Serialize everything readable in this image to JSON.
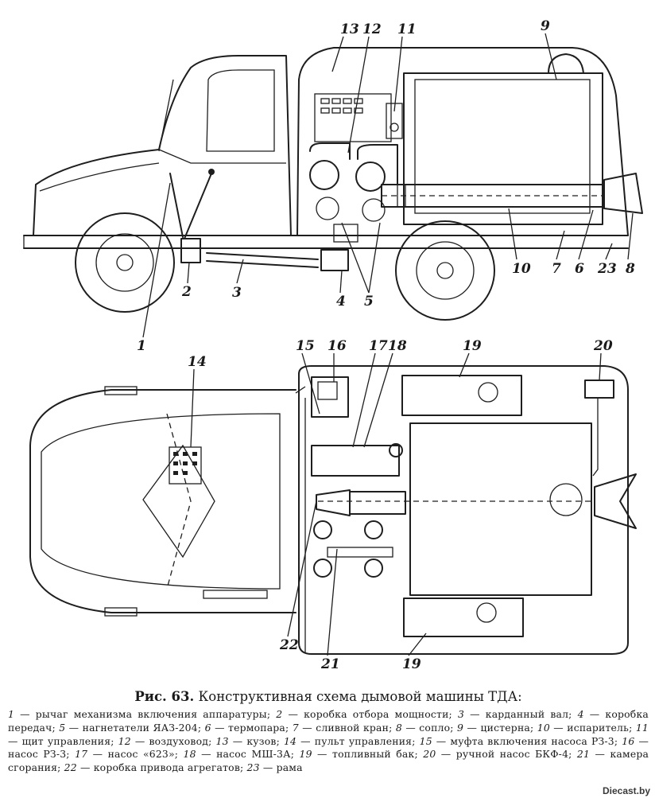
{
  "figure": {
    "label": "Рис. 63.",
    "title": "Конструктивная схема дымовой машины ТДА:"
  },
  "callouts": [
    {
      "n": "1",
      "text": "рычаг механизма включения аппаратуры"
    },
    {
      "n": "2",
      "text": "коробка отбора мощности"
    },
    {
      "n": "3",
      "text": "карданный вал"
    },
    {
      "n": "4",
      "text": "коробка передач"
    },
    {
      "n": "5",
      "text": "нагнетатели ЯАЗ-204"
    },
    {
      "n": "6",
      "text": "термопара"
    },
    {
      "n": "7",
      "text": "сливной кран"
    },
    {
      "n": "8",
      "text": "сопло"
    },
    {
      "n": "9",
      "text": "цистерна"
    },
    {
      "n": "10",
      "text": "испаритель"
    },
    {
      "n": "11",
      "text": "щит управления"
    },
    {
      "n": "12",
      "text": "воздуховод"
    },
    {
      "n": "13",
      "text": "кузов"
    },
    {
      "n": "14",
      "text": "пульт управления"
    },
    {
      "n": "15",
      "text": "муфта включения насоса РЗ-3"
    },
    {
      "n": "16",
      "text": "насос РЗ-3"
    },
    {
      "n": "17",
      "text": "насос «623»"
    },
    {
      "n": "18",
      "text": "насос МШ-3А"
    },
    {
      "n": "19",
      "text": "топливный бак"
    },
    {
      "n": "20",
      "text": "ручной насос БКФ-4"
    },
    {
      "n": "21",
      "text": "камера сгорания"
    },
    {
      "n": "22",
      "text": "коробка привода агрегатов"
    },
    {
      "n": "23",
      "text": "рама"
    }
  ],
  "watermark": "Diecast.by"
}
